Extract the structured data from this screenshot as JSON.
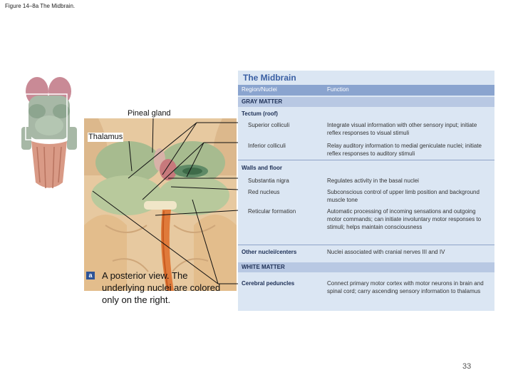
{
  "figure_caption": "Figure 14–8a The Midbrain.",
  "labels": {
    "pineal": "Pineal gland",
    "thalamus": "Thalamus"
  },
  "view_caption": {
    "badge": "a",
    "text": "A posterior view. The underlying nuclei are colored only on the right."
  },
  "table": {
    "title": "The Midbrain",
    "col1": "Region/Nuclei",
    "col2": "Function",
    "gray_matter": "GRAY MATTER",
    "tectum": "Tectum (roof)",
    "superior": {
      "name": "Superior colliculi",
      "function": "Integrate visual information with other sensory input; initiate reflex responses to visual stimuli"
    },
    "inferior": {
      "name": "Inferior colliculi",
      "function": "Relay auditory information to medial geniculate nuclei; initiate reflex responses to auditory stimuli"
    },
    "walls": "Walls and floor",
    "substantia": {
      "name": "Substantia nigra",
      "function": "Regulates activity in the basal nuclei"
    },
    "red": {
      "name": "Red nucleus",
      "function": "Subconscious control of upper limb position and background muscle tone"
    },
    "reticular": {
      "name": "Reticular formation",
      "function": "Automatic processing of incoming sensations and outgoing motor commands; can initiate involuntary motor responses to stimuli; helps maintain consciousness"
    },
    "other": {
      "name": "Other nuclei/centers",
      "function": "Nuclei associated with cranial nerves III and IV"
    },
    "white_matter": "WHITE MATTER",
    "cerebral": {
      "name": "Cerebral peduncles",
      "function": "Connect primary motor cortex with motor neurons in brain and spinal cord; carry ascending sensory information to thalamus"
    }
  },
  "page_number": "33",
  "colors": {
    "panel_bg": "#dbe6f3",
    "header_bg": "#8aa4cf",
    "section_bg": "#b8c8e3",
    "title_color": "#3a5fa3"
  }
}
